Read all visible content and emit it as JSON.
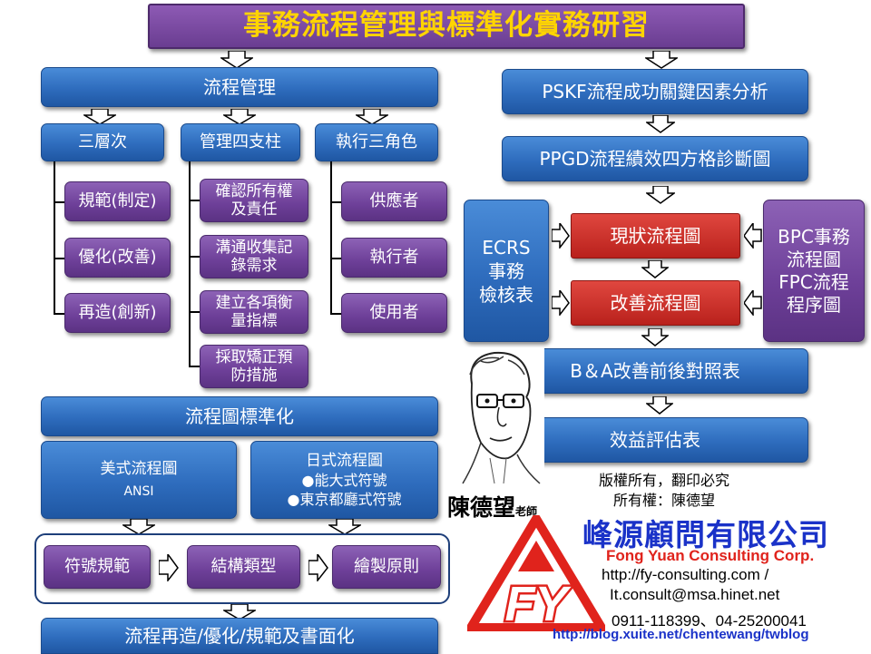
{
  "title": "事務流程管理與標準化實務研習",
  "left": {
    "process_mgmt": "流程管理",
    "columns": [
      {
        "header": "三層次",
        "items": [
          "規範(制定)",
          "優化(改善)",
          "再造(創新)"
        ]
      },
      {
        "header": "管理四支柱",
        "items": [
          "確認所有權及責任",
          "溝通收集記錄需求",
          "建立各項衡量指標",
          "採取矯正預防措施"
        ]
      },
      {
        "header": "執行三角色",
        "items": [
          "供應者",
          "執行者",
          "使用者"
        ]
      }
    ],
    "flowchart_std": "流程圖標準化",
    "us_chart": {
      "line1": "美式流程圖",
      "line2": "ANSI"
    },
    "jp_chart": {
      "line1": "日式流程圖",
      "line2": "●能大式符號",
      "line3": "●東京都廳式符號"
    },
    "steps": [
      "符號規範",
      "結構類型",
      "繪製原則"
    ],
    "final": "流程再造/優化/規範及書面化"
  },
  "right": {
    "pskf": "PSKF流程成功關鍵因素分析",
    "ppgd": "PPGD流程績效四方格診斷圖",
    "ecrs": {
      "l1": "ECRS",
      "l2": "事務",
      "l3": "檢核表"
    },
    "current": "現狀流程圖",
    "improved": "改善流程圖",
    "bpc": {
      "l1": "BPC事務",
      "l2": "流程圖",
      "l3": "FPC流程",
      "l4": "程序圖"
    },
    "ba": "B＆A改善前後對照表",
    "benefit": "效益評估表"
  },
  "portrait": {
    "name": "陳德望",
    "suffix": "老師"
  },
  "copyright": {
    "line1": "版權所有，翻印必究",
    "line2": "所有權：陳德望"
  },
  "company": {
    "name_zh": "峰源顧問有限公司",
    "name_en": "Fong Yuan Consulting Corp.",
    "url": "http://fy-consulting.com /",
    "email": "It.consult@msa.hinet.net",
    "phone": "0911-118399、04-25200041",
    "blog": "http://blog.xuite.net/chentewang/twblog",
    "logo_text": "FY"
  },
  "colors": {
    "title_bg": "#6a3d91",
    "title_text": "#ffd400",
    "blue": "#2e6cbd",
    "purple": "#6d3f98",
    "red": "#b9211c",
    "company_blue": "#1a32c8",
    "company_red": "#e0231c"
  }
}
